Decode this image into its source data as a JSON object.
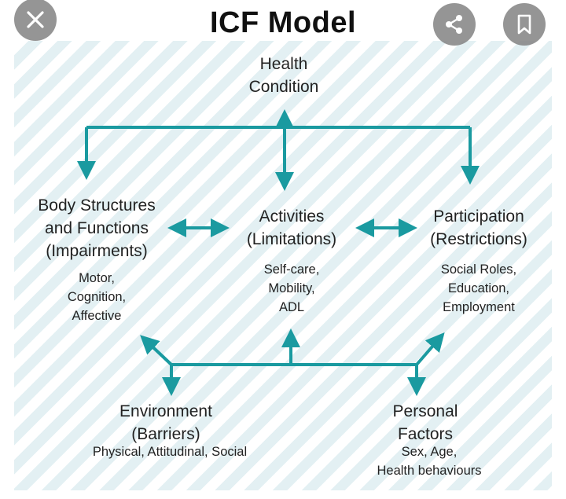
{
  "title": "ICF Model",
  "colors": {
    "arrow": "#1a9aa0",
    "stripe": "#e3f0f3",
    "button": "#8a8a8a"
  },
  "toolbar": {
    "close_icon": "close-icon",
    "share_icon": "share-icon",
    "bookmark_icon": "bookmark-icon"
  },
  "nodes": {
    "health": {
      "title_lines": [
        "Health",
        "Condition"
      ]
    },
    "body": {
      "title_lines": [
        "Body Structures",
        "and Functions",
        "(Impairments)"
      ],
      "items": [
        "Motor,",
        "Cognition,",
        "Affective"
      ]
    },
    "activities": {
      "title_lines": [
        "Activities",
        "(Limitations)"
      ],
      "items": [
        "Self-care,",
        "Mobility,",
        "ADL"
      ]
    },
    "participation": {
      "title_lines": [
        "Participation",
        "(Restrictions)"
      ],
      "items": [
        "Social Roles,",
        "Education,",
        "Employment"
      ]
    },
    "environment": {
      "title_lines": [
        "Environment",
        "(Barriers)"
      ],
      "items": [
        "Physical, Attitudinal, Social"
      ]
    },
    "personal": {
      "title_lines": [
        "Personal",
        "Factors"
      ],
      "items": [
        "Sex, Age,",
        "Health behaviours"
      ]
    }
  }
}
